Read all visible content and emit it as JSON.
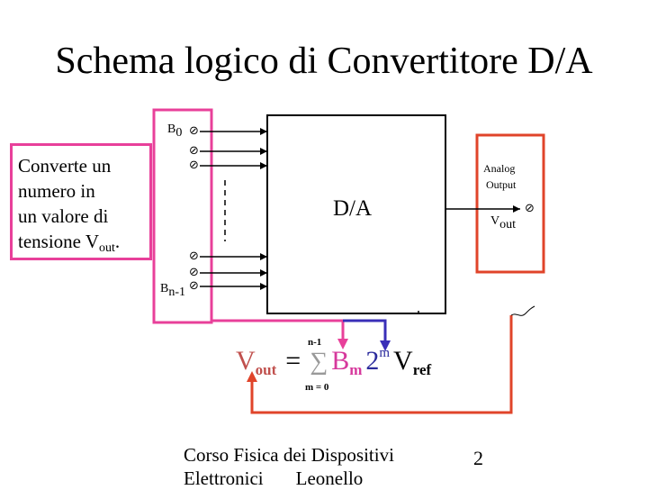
{
  "slide": {
    "title": "Schema logico di Convertitore D/A",
    "page_number": "2"
  },
  "note": {
    "lines": [
      "Converte un",
      "numero in",
      "un valore di",
      "tensione V"
    ],
    "subscript": "out",
    "period": "."
  },
  "block": {
    "label": "D/A"
  },
  "inputs": {
    "first_label": "B",
    "first_sub": "0",
    "last_label": "B",
    "last_sub": "n-1"
  },
  "output": {
    "title_line1": "Analog",
    "title_line2": "Output",
    "v_label": "V",
    "v_sub": "out"
  },
  "formula": {
    "lhs": "V",
    "lhs_sub": "out",
    "eq": "=",
    "upper_limit": "n-1",
    "sigma": "∑",
    "lower_limit": "m = 0",
    "b": "B",
    "b_sub": "m",
    "two": "2",
    "two_sup": "m",
    "v": "V",
    "v_sub": "ref"
  },
  "footer": {
    "line1": "Corso Fisica dei Dispositivi",
    "line2_a": "Elettronici",
    "line2_b": "Leonello"
  },
  "colors": {
    "pink": "#e8409a",
    "red": "#e0442a",
    "blue": "#3a2fb8"
  }
}
